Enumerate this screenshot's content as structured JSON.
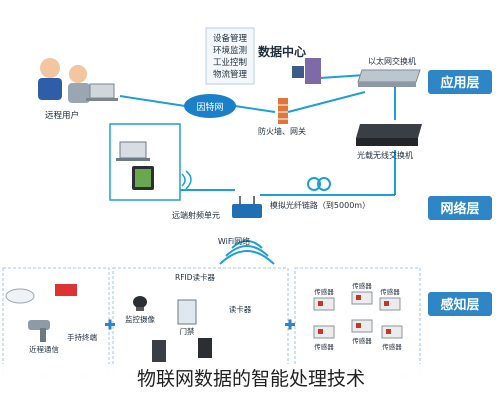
{
  "layers": {
    "application": "应用层",
    "network": "网络层",
    "perception": "感知层"
  },
  "data_center": {
    "title": "数据中心",
    "services": [
      "设备管理",
      "环境监测",
      "工业控制",
      "物流管理"
    ]
  },
  "nodes": {
    "remote_user": "远程用户",
    "internet": "因特网",
    "firewall": "防火墙、网关",
    "ethernet_switch": "以太网交换机",
    "optical_switch": "光载无线交换机",
    "access_unit": "远端射频单元",
    "fiber_link": "模拟光纤链路（到5000m）",
    "wifi": "WiFi网络"
  },
  "perception_groups": {
    "left": [
      "近程通信",
      "手持终端"
    ],
    "middle_title": "RFID读卡器",
    "middle": [
      "监控摄像",
      "门禁",
      "读卡器"
    ],
    "right_items": [
      "传感器",
      "传感器",
      "传感器",
      "传感器",
      "传感器",
      "传感器"
    ]
  },
  "caption": "物联网数据的智能处理技术",
  "colors": {
    "line": "#1e9fd8",
    "layer_tab": "#2f86c7",
    "globe": "#1c7fc9",
    "firewall": "#e0773a"
  }
}
